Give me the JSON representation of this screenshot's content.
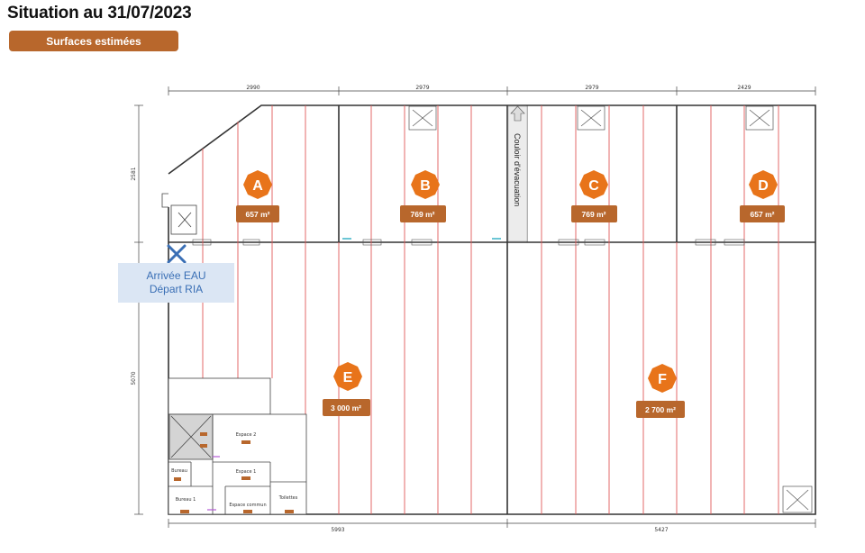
{
  "title": "Situation au 31/07/2023",
  "badge": "Surfaces estimées",
  "colors": {
    "accent": "#b8672c",
    "zone_marker": "#e8741a",
    "area_label": "#b8672c",
    "rack_line": "#e05a5a",
    "water_marker": "#3a6fb5",
    "water_box": "#dbe6f4"
  },
  "dimensions": {
    "top": [
      "2990",
      "2979",
      "2979",
      "2429"
    ],
    "bottom": [
      "5993",
      "5427"
    ],
    "left": [
      "2581",
      "5070"
    ]
  },
  "corridor_label": "Couloir d'évacuation",
  "zones": [
    {
      "letter": "A",
      "area": "657 m²"
    },
    {
      "letter": "B",
      "area": "769 m²"
    },
    {
      "letter": "C",
      "area": "769 m²"
    },
    {
      "letter": "D",
      "area": "657 m²"
    },
    {
      "letter": "E",
      "area": "3 000 m²"
    },
    {
      "letter": "F",
      "area": "2 700 m²"
    }
  ],
  "water_note": {
    "line1": "Arrivée EAU",
    "line2": "Départ RIA"
  },
  "office_rooms": {
    "espace2": "Espace 2",
    "bureau": "Bureau",
    "espace1": "Espace 1",
    "bureau1": "Bureau 1",
    "espace_commun": "Espace commun",
    "toilettes": "Toilettes"
  }
}
